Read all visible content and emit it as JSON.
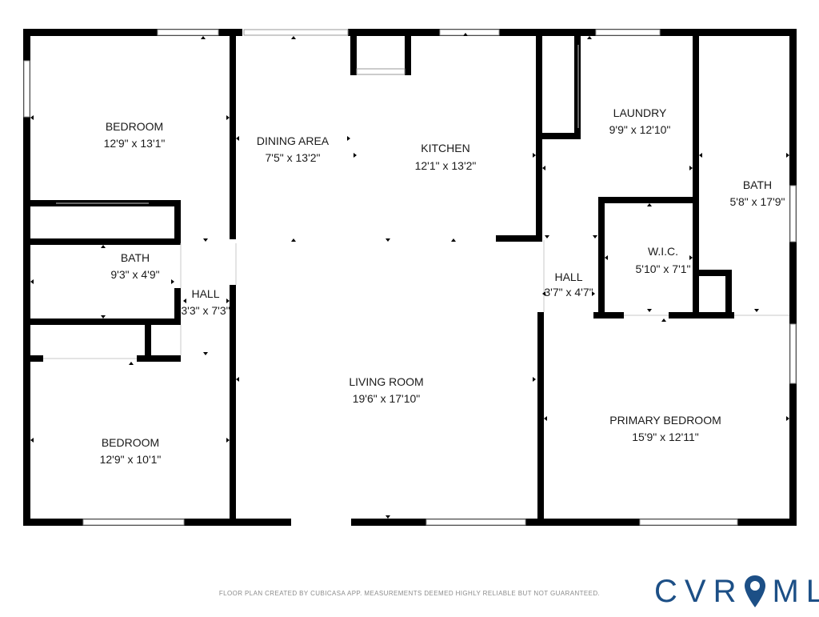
{
  "floorplan": {
    "rooms": [
      {
        "id": "bedroom-1",
        "name": "BEDROOM",
        "dims": "12'9\" x 13'1\""
      },
      {
        "id": "dining-area",
        "name": "DINING AREA",
        "dims": "7'5\" x 13'2\""
      },
      {
        "id": "kitchen",
        "name": "KITCHEN",
        "dims": "12'1\" x 13'2\""
      },
      {
        "id": "laundry",
        "name": "LAUNDRY",
        "dims": "9'9\" x 12'10\""
      },
      {
        "id": "bath-primary",
        "name": "BATH",
        "dims": "5'8\" x 17'9\""
      },
      {
        "id": "bath-hall",
        "name": "BATH",
        "dims": "9'3\" x 4'9\""
      },
      {
        "id": "hall-left",
        "name": "HALL",
        "dims": "3'3\" x 7'3\""
      },
      {
        "id": "wic",
        "name": "W.I.C.",
        "dims": "5'10\" x 7'1\""
      },
      {
        "id": "hall-right",
        "name": "HALL",
        "dims": "3'7\" x 4'7\""
      },
      {
        "id": "living-room",
        "name": "LIVING ROOM",
        "dims": "19'6\" x 17'10\""
      },
      {
        "id": "primary-bedroom",
        "name": "PRIMARY BEDROOM",
        "dims": "15'9\" x 12'11\""
      },
      {
        "id": "bedroom-2",
        "name": "BEDROOM",
        "dims": "12'9\" x 10'1\""
      }
    ]
  },
  "footer": {
    "disclaimer": "FLOOR PLAN CREATED BY CUBICASA APP. MEASUREMENTS DEEMED HIGHLY RELIABLE BUT NOT GUARANTEED."
  },
  "brand": {
    "part1": "CVR",
    "part2": "MLS",
    "color": "#1c4f86",
    "icon": "map-pin-icon"
  },
  "colors": {
    "wall": "#000000",
    "window": "#c8c8c8"
  }
}
